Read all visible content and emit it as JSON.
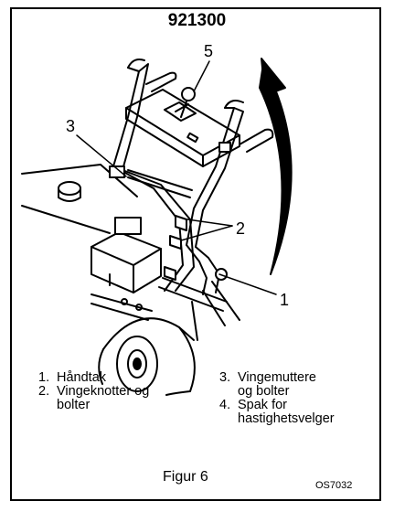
{
  "figure": {
    "model_number": "921300",
    "caption": "Figur 6",
    "drawing_code": "OS7032"
  },
  "callouts": [
    {
      "id": "callout-5",
      "label": "5"
    },
    {
      "id": "callout-3",
      "label": "3"
    },
    {
      "id": "callout-2",
      "label": "2"
    },
    {
      "id": "callout-1",
      "label": "1"
    }
  ],
  "legend": {
    "left": [
      {
        "num": "1.",
        "text": "Håndtak"
      },
      {
        "num": "2.",
        "text": "Vingeknotter og\nbolter"
      }
    ],
    "right": [
      {
        "num": "3.",
        "text": "Vingemuttere\nog bolter"
      },
      {
        "num": "4.",
        "text": "Spak for\nhastighetsvelger"
      }
    ]
  },
  "colors": {
    "line": "#000000",
    "background": "#ffffff"
  }
}
